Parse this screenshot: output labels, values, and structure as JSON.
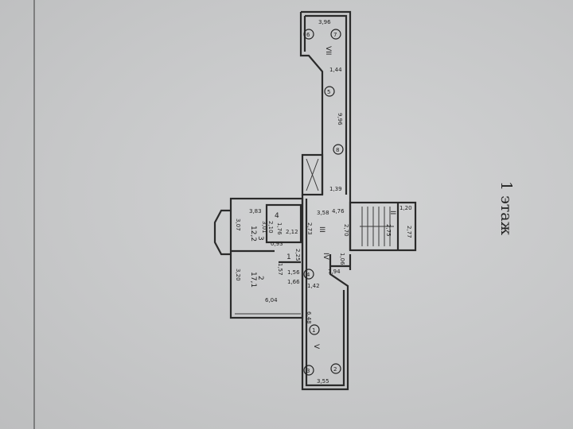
{
  "title": "1 этаж",
  "rooms": {
    "r1": "1",
    "r2": "2",
    "r3": "3",
    "r4": "4",
    "II": "II",
    "III": "III",
    "IV": "IV",
    "V": "V",
    "VII": "VII"
  },
  "areas": {
    "r2": "17,1",
    "r3": "12,2"
  },
  "dims": [
    "3,83",
    "3,07",
    "3,01",
    "2,10",
    "1,76",
    "2,12",
    "0,93",
    "2,25",
    "1,57",
    "1,56",
    "1,66",
    "3,20",
    "6,04",
    "2,73",
    "3,58",
    "4,76",
    "2,70",
    "2,75",
    "1,20",
    "2,77",
    "1,94",
    "1,06",
    "1,42",
    "6,48",
    "3,55",
    "3,96",
    "1,44",
    "9,96",
    "1,39"
  ],
  "markers": [
    "6",
    "7",
    "5",
    "8",
    "4",
    "1",
    "2",
    "3"
  ]
}
